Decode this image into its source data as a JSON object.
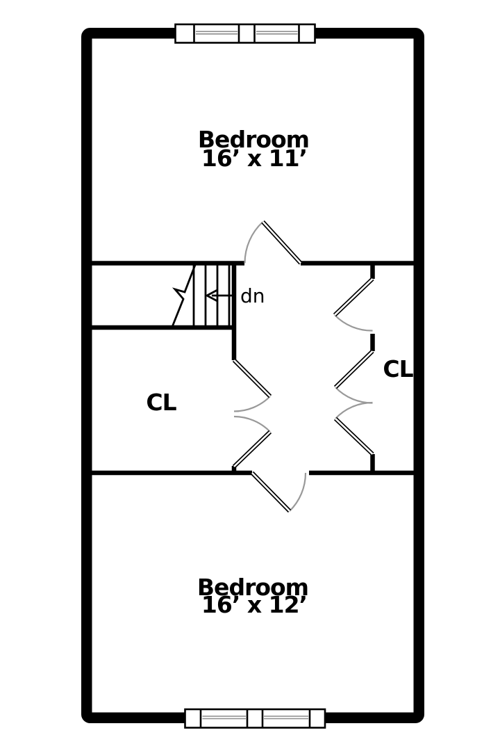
{
  "floor_plan": {
    "rooms": {
      "bedroom_top": {
        "name": "Bedroom",
        "size": "16’ x 11’"
      },
      "bedroom_bottom": {
        "name": "Bedroom",
        "size": "16’ x 12’"
      },
      "closet_left": {
        "label": "CL"
      },
      "closet_right": {
        "label": "CL"
      }
    },
    "stairs": {
      "direction": "dn"
    },
    "colors": {
      "wall": "#000000",
      "floor": "#ffffff",
      "door_swing_arc": "#999999",
      "window_glass": "#8c8c8c"
    }
  }
}
